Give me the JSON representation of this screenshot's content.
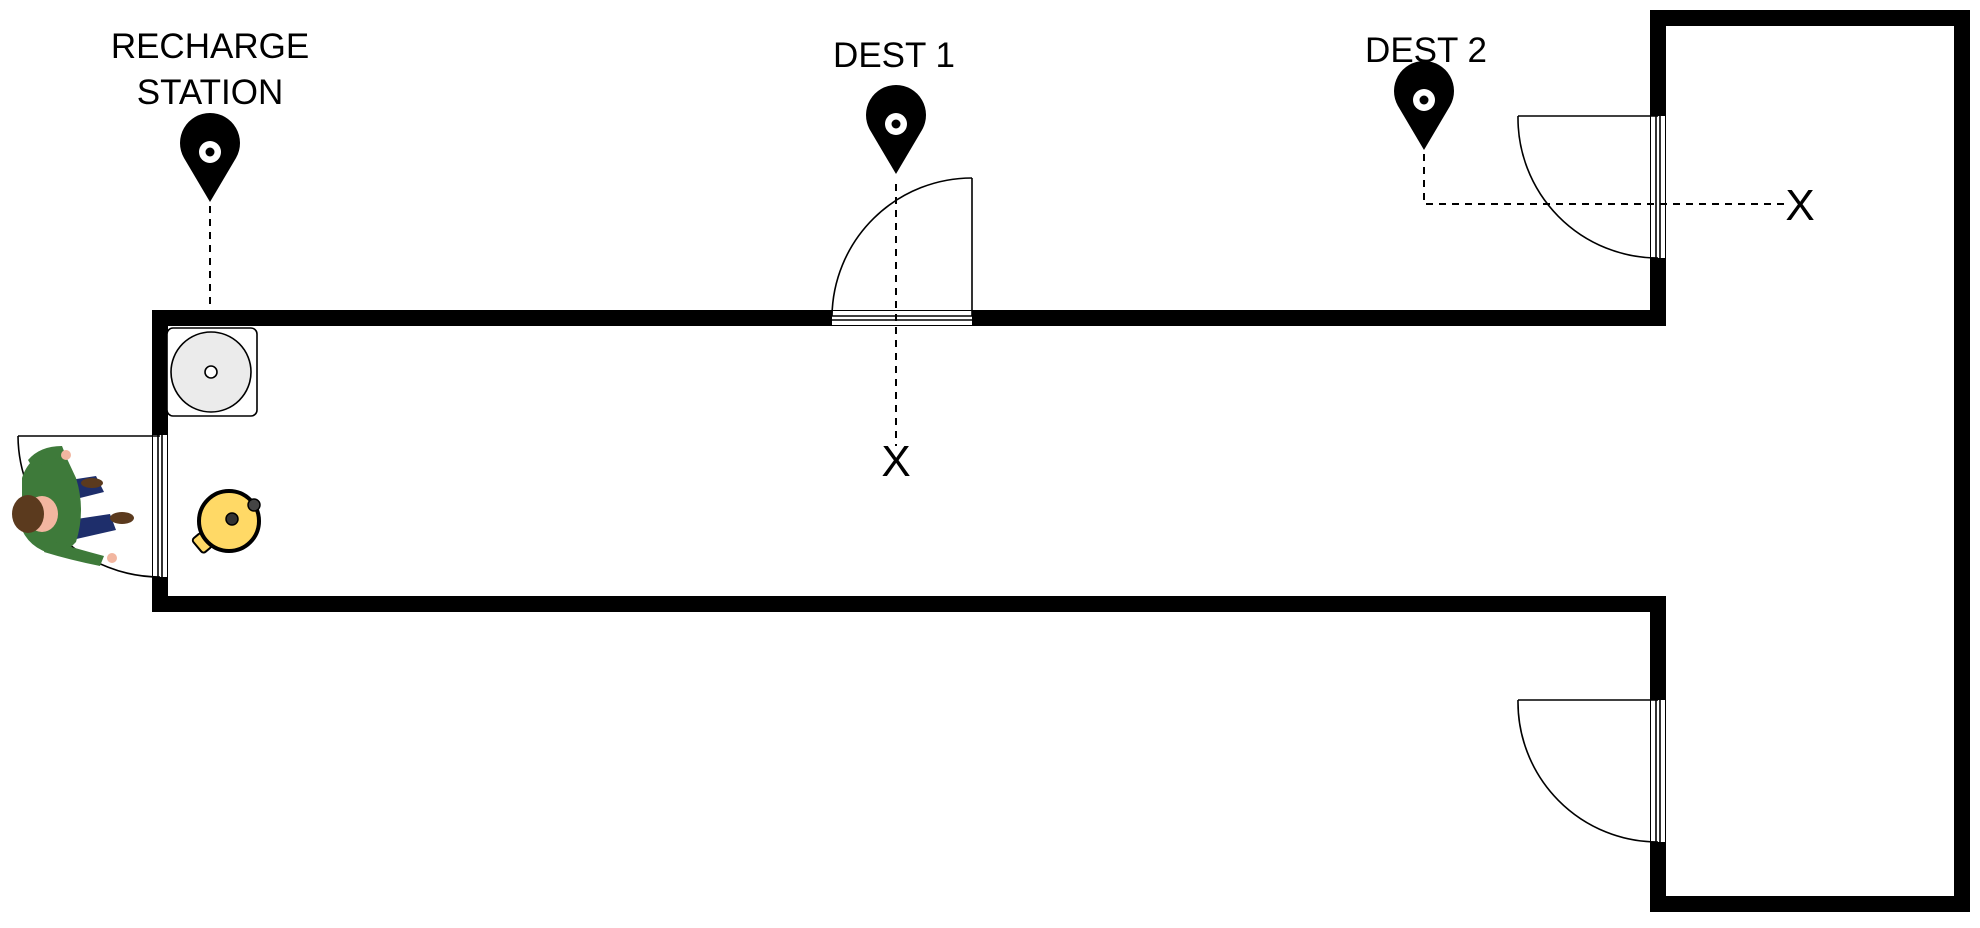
{
  "labels": {
    "recharge_line1": "RECHARGE",
    "recharge_line2": "STATION",
    "dest1": "DEST 1",
    "dest2": "DEST 2"
  },
  "target_mark": "X",
  "icons": {
    "pin": "map-pin-icon",
    "robot": "robot-vacuum-icon",
    "dock": "charging-dock-icon",
    "person": "person-icon"
  },
  "colors": {
    "wall": "#000000",
    "robot_body": "#FFD966",
    "dock_fill": "#EBEBEB",
    "person_shirt": "#3E7A3A",
    "person_pants": "#1E2E6B",
    "person_hair": "#5B3A1E",
    "person_skin": "#F2B6A0"
  }
}
